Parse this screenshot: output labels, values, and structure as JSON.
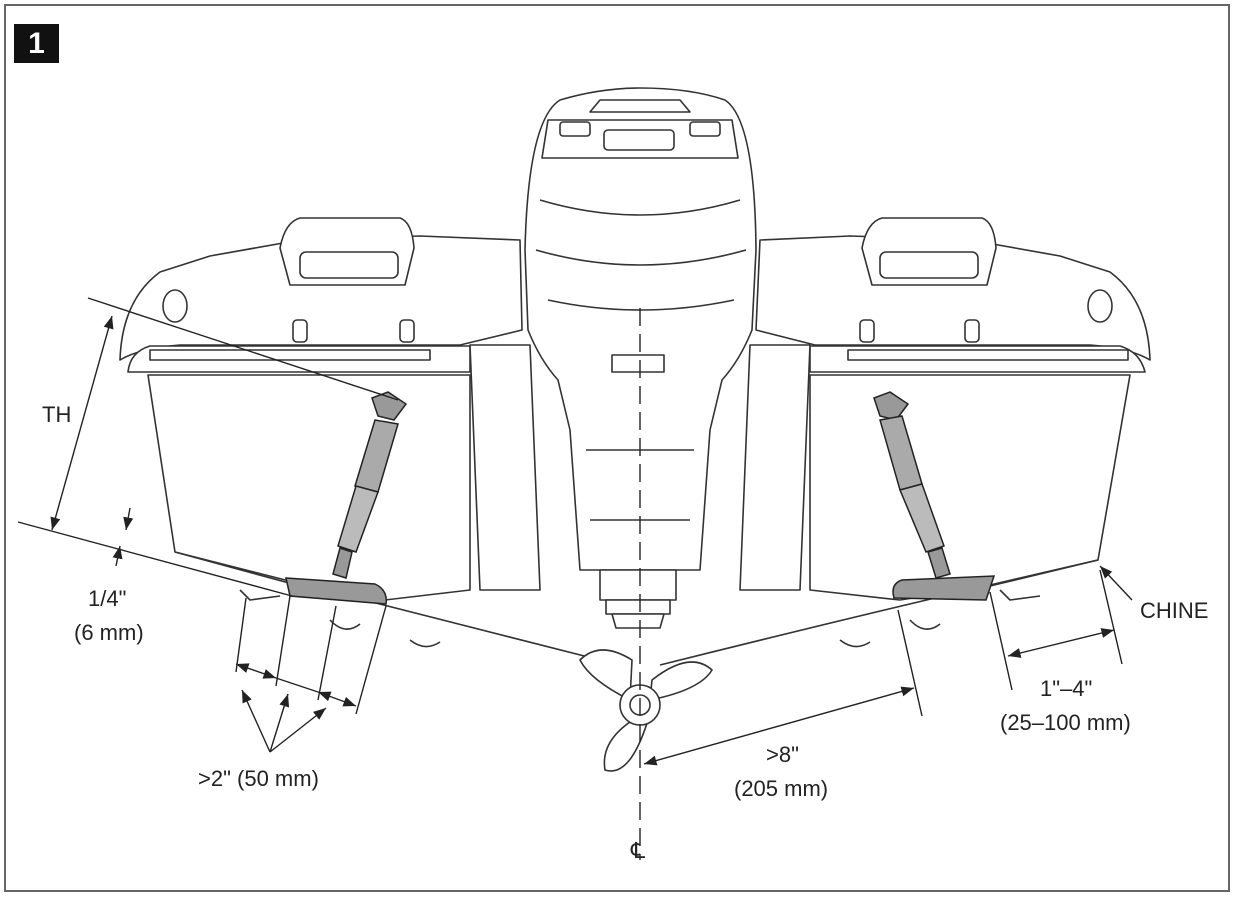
{
  "figure": {
    "step_number": "1",
    "labels": {
      "th": "TH",
      "quarter_inch": "1/4\"",
      "quarter_mm": "(6 mm)",
      "two_inch": ">2\" (50 mm)",
      "eight_inch": ">8\"",
      "eight_mm": "(205 mm)",
      "chine": "CHINE",
      "one_four_inch": "1\"–4\"",
      "one_four_mm": "(25–100 mm)",
      "centerline": "℄"
    }
  }
}
